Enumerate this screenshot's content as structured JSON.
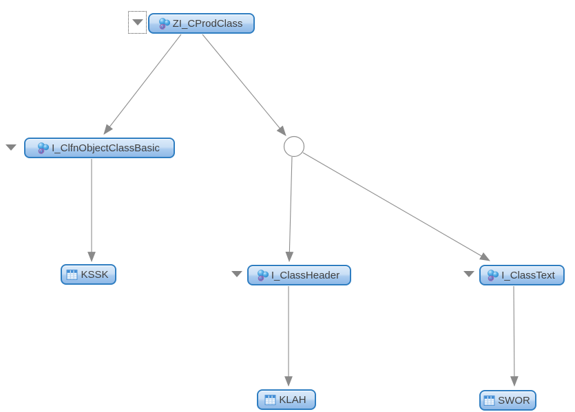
{
  "diagram": {
    "type": "dependency-graph",
    "colors": {
      "background": "#ffffff",
      "node_border": "#2e7dc1",
      "node_fill_top": "#dcebfa",
      "node_fill_bottom": "#8fb9e7",
      "node_text": "#404040",
      "edge": "#8c8c8c",
      "expander_gray": "#848484",
      "focus_dotted": "#444444",
      "cds_icon_sphere_blue": "#4aa6e4",
      "cds_icon_at_magenta": "#b5429c",
      "table_icon_blue": "#3e8bd4",
      "junction_stroke": "#8f8f8f",
      "junction_fill": "#ffffff"
    },
    "nodes": [
      {
        "label": "ZI_CProdClass",
        "icon": "cds-view-icon",
        "expander": true,
        "focus_ring": true
      },
      {
        "label": "I_ClfnObjectClassBasic",
        "icon": "cds-view-icon",
        "expander": true,
        "focus_ring": false
      },
      {
        "label": "KSSK",
        "icon": "table-icon",
        "expander": false,
        "focus_ring": false
      },
      {
        "label": "I_ClassHeader",
        "icon": "cds-view-icon",
        "expander": true,
        "focus_ring": false
      },
      {
        "label": "I_ClassText",
        "icon": "cds-view-icon",
        "expander": true,
        "focus_ring": false
      },
      {
        "label": "KLAH",
        "icon": "table-icon",
        "expander": false,
        "focus_ring": false
      },
      {
        "label": "SWOR",
        "icon": "table-icon",
        "expander": false,
        "focus_ring": false
      }
    ],
    "edges": [
      {
        "from": "ZI_CProdClass",
        "to": "I_ClfnObjectClassBasic"
      },
      {
        "from": "ZI_CProdClass",
        "to": "junction"
      },
      {
        "from": "I_ClfnObjectClassBasic",
        "to": "KSSK"
      },
      {
        "from": "junction",
        "to": "I_ClassHeader"
      },
      {
        "from": "junction",
        "to": "I_ClassText"
      },
      {
        "from": "I_ClassHeader",
        "to": "KLAH"
      },
      {
        "from": "I_ClassText",
        "to": "SWOR"
      }
    ],
    "junction": {
      "shape": "circle",
      "meaning": "join-point"
    }
  }
}
